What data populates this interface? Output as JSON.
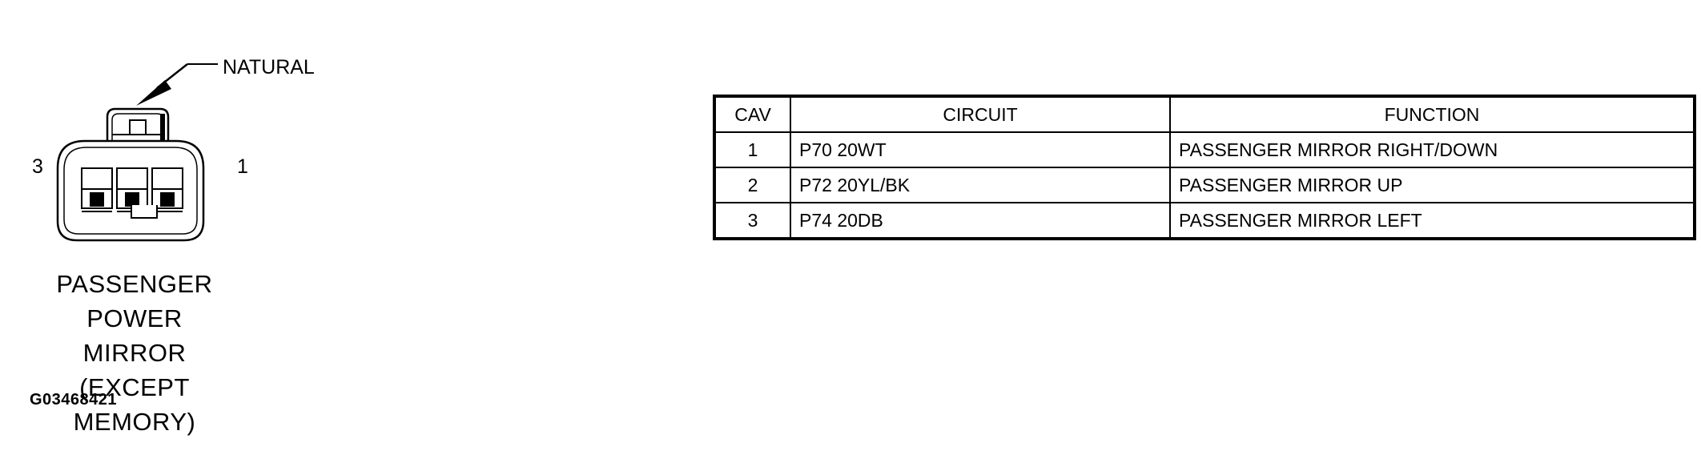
{
  "connector": {
    "color_label": "NATURAL",
    "pin_left_label": "3",
    "pin_right_label": "1"
  },
  "caption": {
    "line1": "PASSENGER POWER",
    "line2": "MIRROR",
    "line3": "(EXCEPT MEMORY)"
  },
  "figure_id": "G03468421",
  "table": {
    "headers": {
      "cav": "CAV",
      "circuit": "CIRCUIT",
      "function": "FUNCTION"
    },
    "rows": [
      {
        "cav": "1",
        "circuit": "P70 20WT",
        "function": "PASSENGER MIRROR RIGHT/DOWN"
      },
      {
        "cav": "2",
        "circuit": "P72 20YL/BK",
        "function": "PASSENGER MIRROR UP"
      },
      {
        "cav": "3",
        "circuit": "P74 20DB",
        "function": "PASSENGER MIRROR LEFT"
      }
    ]
  }
}
